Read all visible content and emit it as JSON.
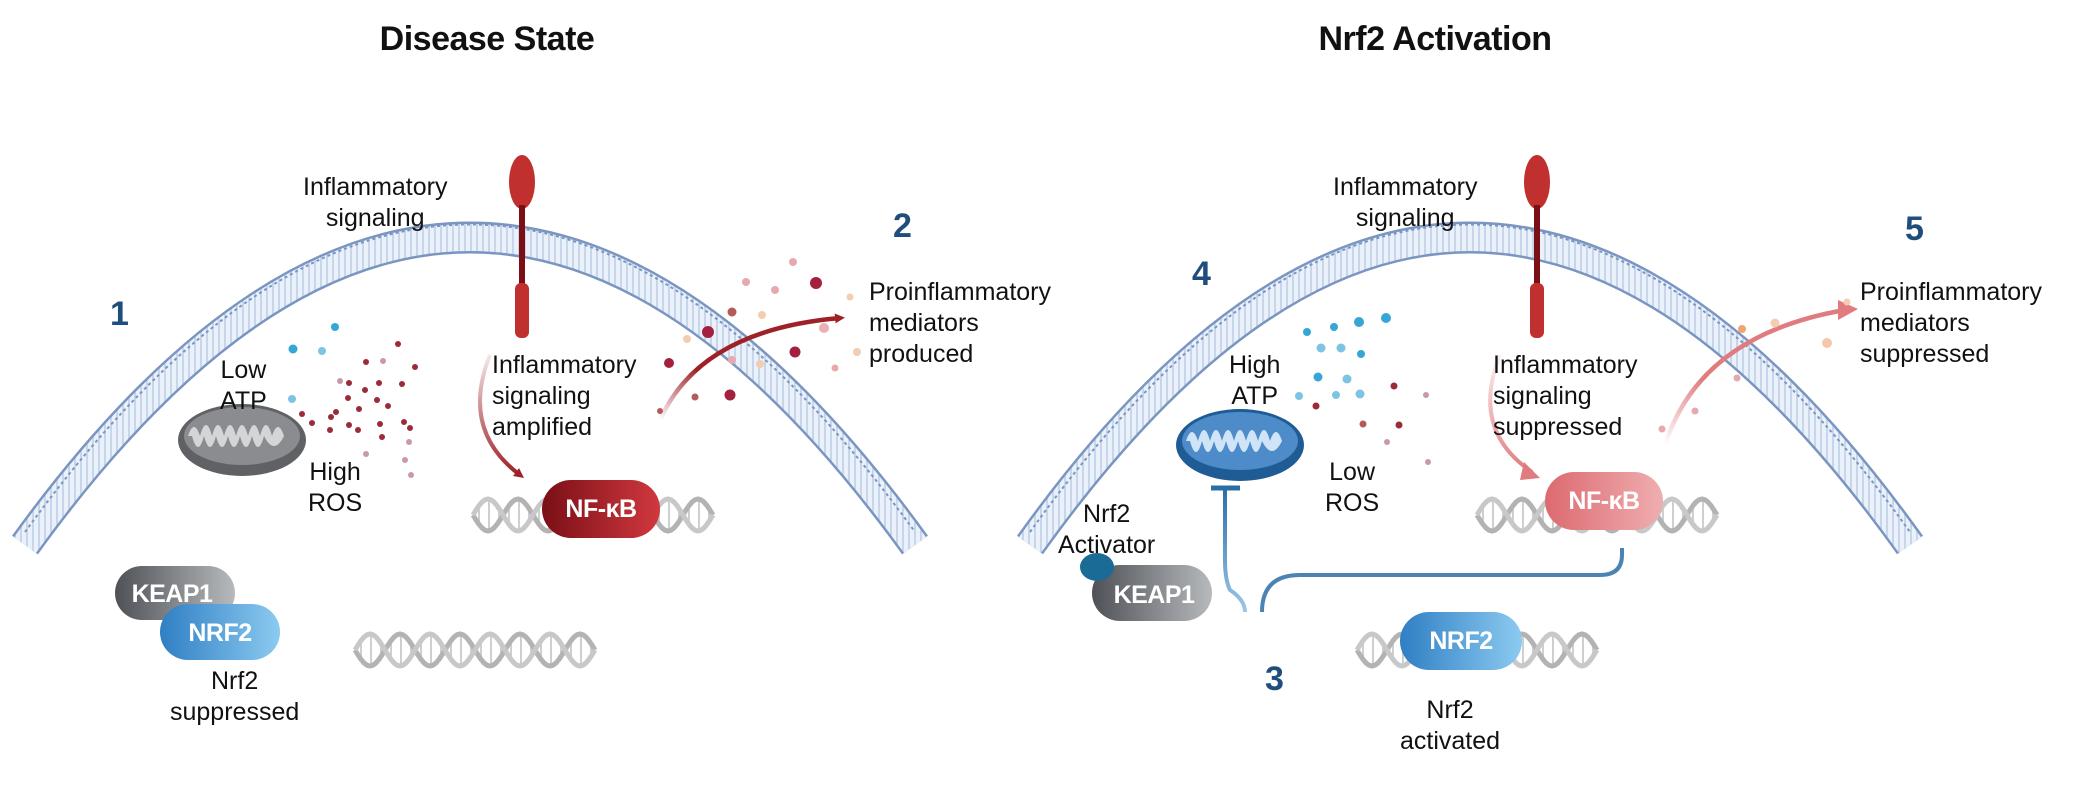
{
  "panels": [
    {
      "title": "Disease State",
      "steps": [
        "1",
        "2"
      ],
      "labels": {
        "receptor": "Inflammatory\nsignaling",
        "atp": "Low\nATP",
        "ros": "High\nROS",
        "signaling": "Inflammatory\nsignaling\namplified",
        "mediators": "Proinflammatory\nmediators\nproduced",
        "nrf2_state": "Nrf2\nsuppressed"
      },
      "proteins": {
        "nfkb": "NF-κB",
        "keap1": "KEAP1",
        "nrf2": "NRF2"
      },
      "colors": {
        "nfkb": "#a01c22",
        "arrow": "#9e2127",
        "mitochondrion": "#6b6b6b"
      }
    },
    {
      "title": "Nrf2 Activation",
      "steps": [
        "3",
        "4",
        "5"
      ],
      "labels": {
        "receptor": "Inflammatory\nsignaling",
        "atp": "High\nATP",
        "ros": "Low\nROS",
        "activator": "Nrf2\nActivator",
        "signaling": "Inflammatory\nsignaling\nsuppressed",
        "mediators": "Proinflammatory\nmediators\nsuppressed",
        "nrf2_state": "Nrf2\nactivated"
      },
      "proteins": {
        "nfkb": "NF-κB",
        "keap1": "KEAP1",
        "nrf2": "NRF2"
      },
      "colors": {
        "nfkb": "#e07a7e",
        "arrow": "#e07b80",
        "mitochondrion": "#2e6fa8",
        "inhibition": "#2b6ea6"
      }
    }
  ],
  "palette": {
    "step_number": "#1f4e7d",
    "membrane": "#7a96c0",
    "receptor": "#c0302f",
    "keap1": "#5f6367",
    "nrf2": "#3a8fd0",
    "dna": "#b8b8b8",
    "atp_dot": "#35a6d6",
    "ros_dot": "#9c2b3a"
  }
}
